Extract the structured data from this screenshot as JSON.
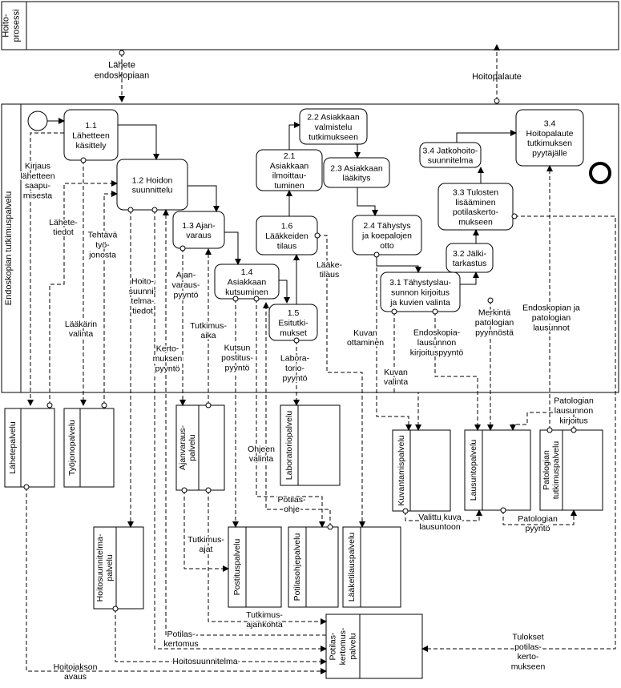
{
  "lanes": {
    "top": "Hoito-\nprosessi",
    "main": "Endoskopian tutkimuspalvelu"
  },
  "external_flows": {
    "referral_in": "Lähete\nendoskopiaan",
    "care_feedback": "Hoitopalaute"
  },
  "steps": [
    {
      "id": "s11",
      "label": "1.1\nLähetteen\nkäsittely"
    },
    {
      "id": "s12",
      "label": "1.2 Hoidon\nsuunnittelu"
    },
    {
      "id": "s13",
      "label": "1.3 Ajan-\nvaraus"
    },
    {
      "id": "s14",
      "label": "1.4\nAsiakkaan\nkutsuminen"
    },
    {
      "id": "s15",
      "label": "1.5\nEsitutki-\nmukset"
    },
    {
      "id": "s16",
      "label": "1.6\nLääkkeiden\ntilaus"
    },
    {
      "id": "s21",
      "label": "2.1\nAsiakkaan\nilmoittau-\ntuminen"
    },
    {
      "id": "s22",
      "label": "2.2 Asiakkaan\nvalmistelu\ntutkimukseen"
    },
    {
      "id": "s23",
      "label": "2.3 Asiakkaan\nlääkitys"
    },
    {
      "id": "s24",
      "label": "2.4 Tähystys\nja koepalojen\notto"
    },
    {
      "id": "s31",
      "label": "3.1 Tähystyslau-\nsunnon kirjoitus\nja kuvien valinta"
    },
    {
      "id": "s32",
      "label": "3.2 Jälki-\ntarkastus"
    },
    {
      "id": "s33",
      "label": "3.3 Tulosten\nlisääminen\npotilaskerto-\nmukseen"
    },
    {
      "id": "s34a",
      "label": "3.4 Jatkohoito-\nsuunnitelma"
    },
    {
      "id": "s34b",
      "label": "3.4\nHoitopalaute\ntutkimuksen\npyytäjälle"
    }
  ],
  "services": [
    {
      "id": "lahete",
      "label": "Lähetepalvelu"
    },
    {
      "id": "tyojono",
      "label": "Työjonopalvelu"
    },
    {
      "id": "ajanvaraus",
      "label": "Ajanvaraus-\npalvelu"
    },
    {
      "id": "laboratorio",
      "label": "Laboratoriopalvelu"
    },
    {
      "id": "kuvantamis",
      "label": "Kuvantamispalvelu"
    },
    {
      "id": "lausunto",
      "label": "Lausuntopalvelu"
    },
    {
      "id": "patologia",
      "label": "Patologian\ntutkimuspalvelu"
    },
    {
      "id": "hoitosuunnitelma",
      "label": "Hoitosuunnitelma-\npalvelu"
    },
    {
      "id": "postitus",
      "label": "Postituspalvelu"
    },
    {
      "id": "potilasohje",
      "label": "Potilasohjepalvelu"
    },
    {
      "id": "laakeTilaus",
      "label": "Lääketilauspalvelu"
    },
    {
      "id": "potilaskertomus",
      "label": "Potilas-\nkertomus-\npalvelu"
    }
  ],
  "flow_labels": {
    "kirjaus": "Kirjaus\nlähetteen\nsaapu-\nmisesta",
    "lahetetiedot": "Lähete-\ntiedot",
    "tehtava": "Tehtävä\ntyö-\njonosta",
    "laakarin_valinta": "Lääkärin\nvalinta",
    "hoitosuunnitelmatiedot": "Hoito-\nsuunni-\ntelma-\ntiedot",
    "kertomuksen_pyynto": "Kerto-\nmuksen\npyyntö",
    "ajanvarauspyynto": "Ajan-\nvaraus-\npyyntö",
    "tutkimusaika": "Tutkimus-\naika",
    "kutsun_postitus": "Kutsun\npostitus-\npyyntö",
    "laaketilaus": "Lääke-\ntilaus",
    "laboratoriopyynto": "Labora-\ntorio-\npyyntö",
    "ohjeen_valinta": "Ohjeen\nvalinta",
    "potilasohje": "Potilas-\nohje",
    "tutkimusajat": "Tutkimus-\najat",
    "tutkimusajankohta": "Tutkimus-\najankohta",
    "potilaskertomus": "Potilas-\nkertomus",
    "hoitosuunnitelma": "Hoitosuunnitelma",
    "hoitojakson_avaus": "Hoitojakson\navaus",
    "kuvan_ottaminen": "Kuvan\nottaminen",
    "kuvan_valinta": "Kuvan\nvalinta",
    "lausunnon_pyynto": "Endoskopia-\nlausunnon\nkirjoituspyyntö",
    "merkinta": "Merkintä\npatologian\npyynnöstä",
    "lausunnot": "Endoskopian ja\npatologian\nlausunnot",
    "patologian_lausunto": "Patologian\nlausunnon\nkirjoitus",
    "valittu_kuva": "Valittu kuva\nlausuntoon",
    "patologian_pyynto": "Patologian\npyyntö",
    "tulokset": "Tulokset\npotilas-\nkerto-\nmukseen"
  }
}
